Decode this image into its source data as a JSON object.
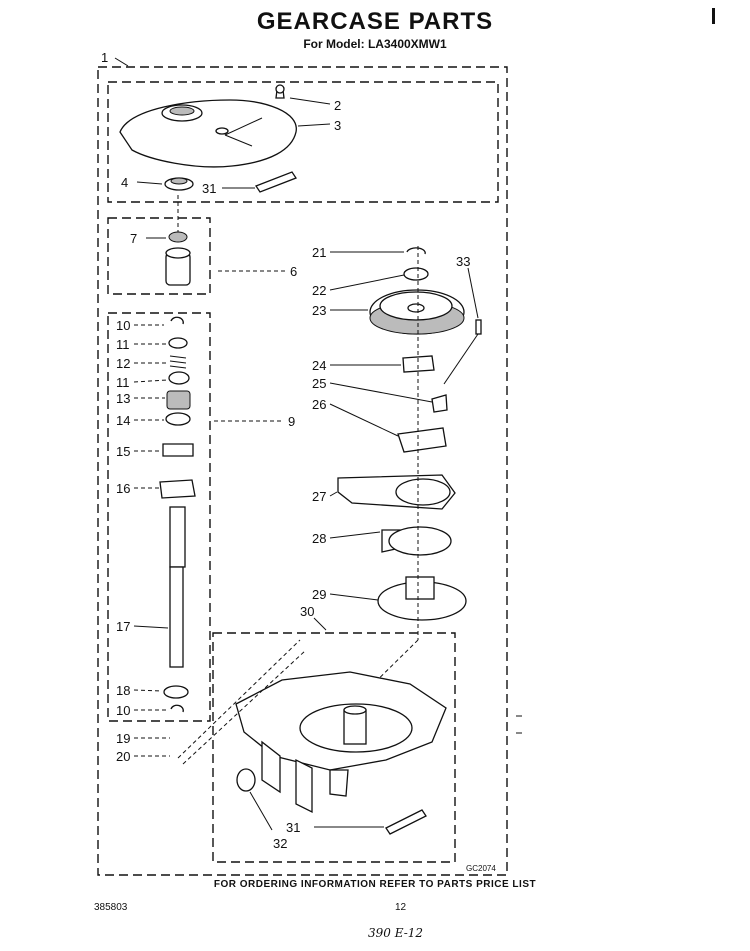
{
  "header": {
    "title": "GEARCASE PARTS",
    "model": "For Model: LA3400XMW1"
  },
  "footer": {
    "ordering_note": "FOR ORDERING INFORMATION REFER TO PARTS PRICE LIST",
    "document_number": "385803",
    "page_number": "12",
    "handwritten_note": "390 E-12",
    "diagram_code": "GC2074"
  },
  "callouts": {
    "c1": "1",
    "c2": "2",
    "c3": "3",
    "c4": "4",
    "c6": "6",
    "c7": "7",
    "c9": "9",
    "c10a": "10",
    "c10b": "10",
    "c11a": "11",
    "c11b": "11",
    "c12": "12",
    "c13": "13",
    "c14": "14",
    "c15": "15",
    "c16": "16",
    "c17": "17",
    "c18": "18",
    "c19": "19",
    "c20": "20",
    "c21": "21",
    "c22": "22",
    "c23": "23",
    "c24": "24",
    "c25": "25",
    "c26": "26",
    "c27": "27",
    "c28": "28",
    "c29": "29",
    "c30": "30",
    "c31a": "31",
    "c31b": "31",
    "c32": "32",
    "c33": "33"
  }
}
